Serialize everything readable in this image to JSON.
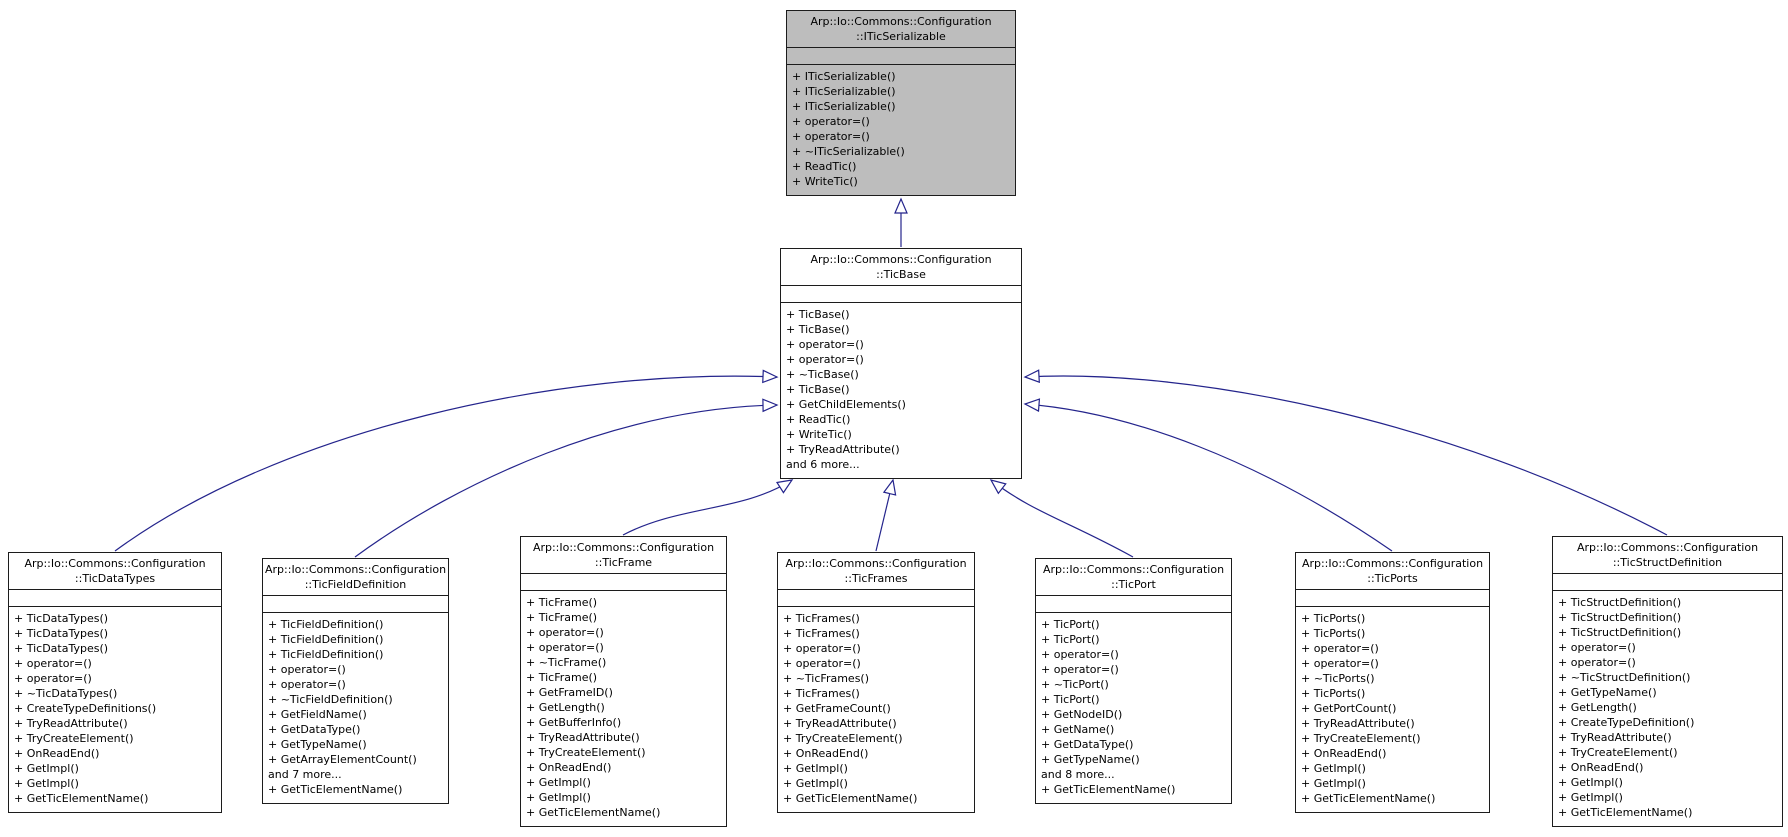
{
  "diagram": {
    "type": "uml-class-inheritance",
    "background_color": "#ffffff",
    "arrow_color": "#24248c",
    "highlight_fill": "#bdbdbd",
    "node_fill": "#ffffff",
    "border_color": "#1c1c1c"
  },
  "classes": [
    {
      "name": "ITicSerializable",
      "title_line1": "Arp::Io::Commons::Configuration",
      "title_line2": "::ITicSerializable",
      "highlighted": true,
      "methods": [
        "+ ITicSerializable()",
        "+ ITicSerializable()",
        "+ ITicSerializable()",
        "+ operator=()",
        "+ operator=()",
        "+ ~ITicSerializable()",
        "+ ReadTic()",
        "+ WriteTic()"
      ]
    },
    {
      "name": "TicBase",
      "title_line1": "Arp::Io::Commons::Configuration",
      "title_line2": "::TicBase",
      "highlighted": false,
      "methods": [
        "+ TicBase()",
        "+ TicBase()",
        "+ operator=()",
        "+ operator=()",
        "+ ~TicBase()",
        "+ TicBase()",
        "+ GetChildElements()",
        "+ ReadTic()",
        "+ WriteTic()",
        "+ TryReadAttribute()",
        "and 6 more..."
      ]
    },
    {
      "name": "TicDataTypes",
      "title_line1": "Arp::Io::Commons::Configuration",
      "title_line2": "::TicDataTypes",
      "highlighted": false,
      "methods": [
        "+ TicDataTypes()",
        "+ TicDataTypes()",
        "+ TicDataTypes()",
        "+ operator=()",
        "+ operator=()",
        "+ ~TicDataTypes()",
        "+ CreateTypeDefinitions()",
        "+ TryReadAttribute()",
        "+ TryCreateElement()",
        "+ OnReadEnd()",
        "+ GetImpl()",
        "+ GetImpl()",
        "+ GetTicElementName()"
      ]
    },
    {
      "name": "TicFieldDefinition",
      "title_line1": "Arp::Io::Commons::Configuration",
      "title_line2": "::TicFieldDefinition",
      "highlighted": false,
      "methods": [
        "+ TicFieldDefinition()",
        "+ TicFieldDefinition()",
        "+ TicFieldDefinition()",
        "+ operator=()",
        "+ operator=()",
        "+ ~TicFieldDefinition()",
        "+ GetFieldName()",
        "+ GetDataType()",
        "+ GetTypeName()",
        "+ GetArrayElementCount()",
        "and 7 more...",
        "+ GetTicElementName()"
      ]
    },
    {
      "name": "TicFrame",
      "title_line1": "Arp::Io::Commons::Configuration",
      "title_line2": "::TicFrame",
      "highlighted": false,
      "methods": [
        "+ TicFrame()",
        "+ TicFrame()",
        "+ operator=()",
        "+ operator=()",
        "+ ~TicFrame()",
        "+ TicFrame()",
        "+ GetFrameID()",
        "+ GetLength()",
        "+ GetBufferInfo()",
        "+ TryReadAttribute()",
        "+ TryCreateElement()",
        "+ OnReadEnd()",
        "+ GetImpl()",
        "+ GetImpl()",
        "+ GetTicElementName()"
      ]
    },
    {
      "name": "TicFrames",
      "title_line1": "Arp::Io::Commons::Configuration",
      "title_line2": "::TicFrames",
      "highlighted": false,
      "methods": [
        "+ TicFrames()",
        "+ TicFrames()",
        "+ operator=()",
        "+ operator=()",
        "+ ~TicFrames()",
        "+ TicFrames()",
        "+ GetFrameCount()",
        "+ TryReadAttribute()",
        "+ TryCreateElement()",
        "+ OnReadEnd()",
        "+ GetImpl()",
        "+ GetImpl()",
        "+ GetTicElementName()"
      ]
    },
    {
      "name": "TicPort",
      "title_line1": "Arp::Io::Commons::Configuration",
      "title_line2": "::TicPort",
      "highlighted": false,
      "methods": [
        "+ TicPort()",
        "+ TicPort()",
        "+ operator=()",
        "+ operator=()",
        "+ ~TicPort()",
        "+ TicPort()",
        "+ GetNodeID()",
        "+ GetName()",
        "+ GetDataType()",
        "+ GetTypeName()",
        "and 8 more...",
        "+ GetTicElementName()"
      ]
    },
    {
      "name": "TicPorts",
      "title_line1": "Arp::Io::Commons::Configuration",
      "title_line2": "::TicPorts",
      "highlighted": false,
      "methods": [
        "+ TicPorts()",
        "+ TicPorts()",
        "+ operator=()",
        "+ operator=()",
        "+ ~TicPorts()",
        "+ TicPorts()",
        "+ GetPortCount()",
        "+ TryReadAttribute()",
        "+ TryCreateElement()",
        "+ OnReadEnd()",
        "+ GetImpl()",
        "+ GetImpl()",
        "+ GetTicElementName()"
      ]
    },
    {
      "name": "TicStructDefinition",
      "title_line1": "Arp::Io::Commons::Configuration",
      "title_line2": "::TicStructDefinition",
      "highlighted": false,
      "methods": [
        "+ TicStructDefinition()",
        "+ TicStructDefinition()",
        "+ TicStructDefinition()",
        "+ operator=()",
        "+ operator=()",
        "+ ~TicStructDefinition()",
        "+ GetTypeName()",
        "+ GetLength()",
        "+ CreateTypeDefinition()",
        "+ TryReadAttribute()",
        "+ TryCreateElement()",
        "+ OnReadEnd()",
        "+ GetImpl()",
        "+ GetImpl()",
        "+ GetTicElementName()"
      ]
    }
  ],
  "relations": [
    {
      "from": "TicBase",
      "to": "ITicSerializable",
      "type": "inheritance"
    },
    {
      "from": "TicDataTypes",
      "to": "TicBase",
      "type": "inheritance"
    },
    {
      "from": "TicFieldDefinition",
      "to": "TicBase",
      "type": "inheritance"
    },
    {
      "from": "TicFrame",
      "to": "TicBase",
      "type": "inheritance"
    },
    {
      "from": "TicFrames",
      "to": "TicBase",
      "type": "inheritance"
    },
    {
      "from": "TicPort",
      "to": "TicBase",
      "type": "inheritance"
    },
    {
      "from": "TicPorts",
      "to": "TicBase",
      "type": "inheritance"
    },
    {
      "from": "TicStructDefinition",
      "to": "TicBase",
      "type": "inheritance"
    }
  ]
}
